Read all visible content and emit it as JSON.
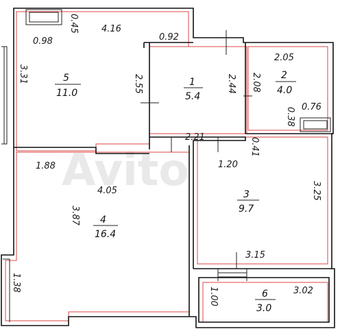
{
  "watermark": "Avito",
  "rooms": [
    {
      "number": "5",
      "area": "11.0"
    },
    {
      "number": "1",
      "area": "5.4"
    },
    {
      "number": "2",
      "area": "4.0"
    },
    {
      "number": "4",
      "area": "16.4"
    },
    {
      "number": "3",
      "area": "9.7"
    },
    {
      "number": "6",
      "area": "3.0"
    }
  ],
  "dimensions": {
    "d045": "0.45",
    "d416": "4.16",
    "d098": "0.98",
    "d092": "0.92",
    "d331": "3.31",
    "d255": "2.55",
    "d244": "2.44",
    "d205": "2.05",
    "d208": "2.08",
    "d076": "0.76",
    "d038": "0.38",
    "d221": "2.21",
    "d041": "0.41",
    "d188": "1.88",
    "d120": "1.20",
    "d405": "4.05",
    "d325": "3.25",
    "d387": "3.87",
    "d315": "3.15",
    "d138": "1.38",
    "d100": "1.00",
    "d302": "3.02"
  }
}
